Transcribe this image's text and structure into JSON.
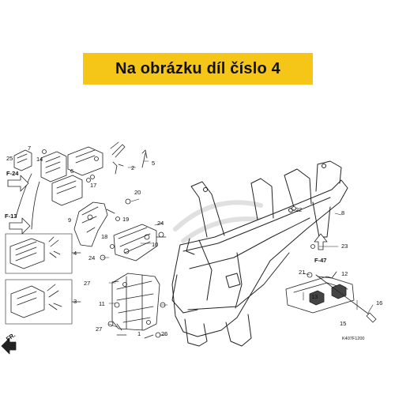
{
  "banner": {
    "text": "Na obrázku díl číslo 4",
    "color": "#f5c518"
  },
  "diagram": {
    "part_numbers": [
      "1",
      "2",
      "3",
      "4",
      "5",
      "6",
      "7",
      "8",
      "9",
      "10",
      "11",
      "12",
      "13",
      "14",
      "15",
      "16",
      "17",
      "18",
      "19",
      "20",
      "21",
      "22",
      "23",
      "24",
      "25",
      "26",
      "27"
    ],
    "callouts": {
      "f24": "F-24",
      "f13": "F-13",
      "f47": "F-47",
      "fr": "FR."
    },
    "drawing_code": "K407F1200",
    "watermark_icon": "honda-wing-watermark"
  }
}
